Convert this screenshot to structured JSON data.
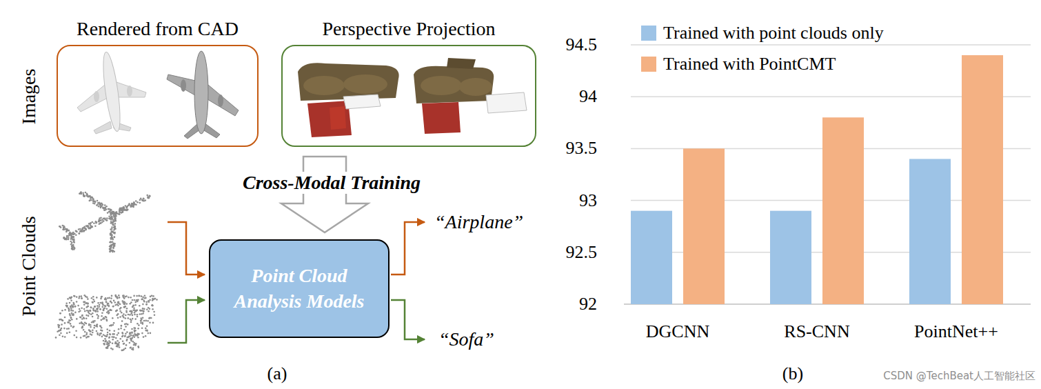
{
  "diagram": {
    "nodes": [
      {
        "text": [
          "Rendered from CAD"
        ]
      },
      {
        "text": [
          "Perspective Projection"
        ]
      },
      {
        "text": [
          "Point Cloud Analysis Models"
        ]
      }
    ],
    "edges": [
      {
        "from": 1,
        "to": 2,
        "arrow": "to",
        "label": "Cross-Modal Training"
      }
    ],
    "labels": [
      "Images",
      "Point Clouds",
      "“Airplane”",
      "“Sofa”",
      "(a)",
      "94.5",
      "94",
      "93.5",
      "93",
      "92.5",
      "92",
      "DGCNN",
      "RS-CNN",
      "PointNet++",
      "(b)",
      "CSDN @TechBeat人工智能社区"
    ],
    "legend": [
      {
        "text": "Trained with point clouds only",
        "color": "#9dc3e6"
      },
      {
        "text": "Trained with PointCMT",
        "color": "#f4b183"
      }
    ]
  }
}
